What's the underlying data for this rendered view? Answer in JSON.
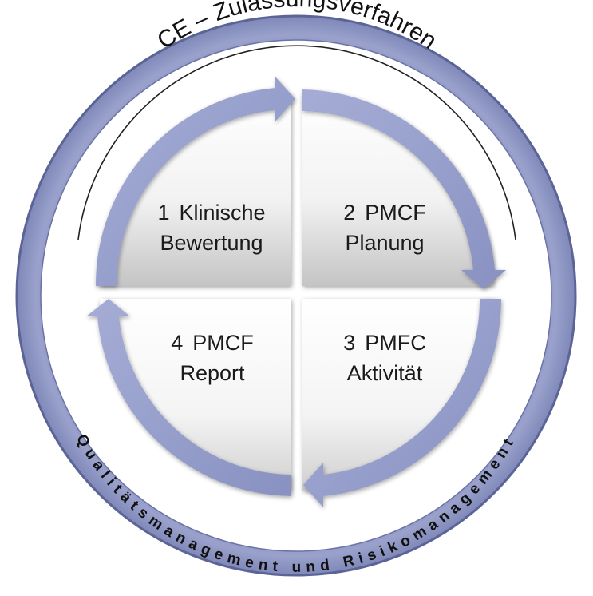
{
  "diagram": {
    "process_title": "CE – Zulassungsverfahren",
    "ring_title": "Qualitätsmanagement und Risikomanagement",
    "steps": [
      {
        "number": "1",
        "line1": "Klinische",
        "line2": "Bewertung"
      },
      {
        "number": "2",
        "line1": "PMCF",
        "line2": "Planung"
      },
      {
        "number": "3",
        "line1": "PMFC",
        "line2": "Aktivität"
      },
      {
        "number": "4",
        "line1": "PMCF",
        "line2": "Report"
      }
    ]
  },
  "colors": {
    "ring": "#8f98c4",
    "ring_edge": "#5b6496",
    "arrow": "#9aa3cf",
    "quadrant_top": "#ffffff",
    "quadrant_bottom": "#c9c9c9"
  }
}
